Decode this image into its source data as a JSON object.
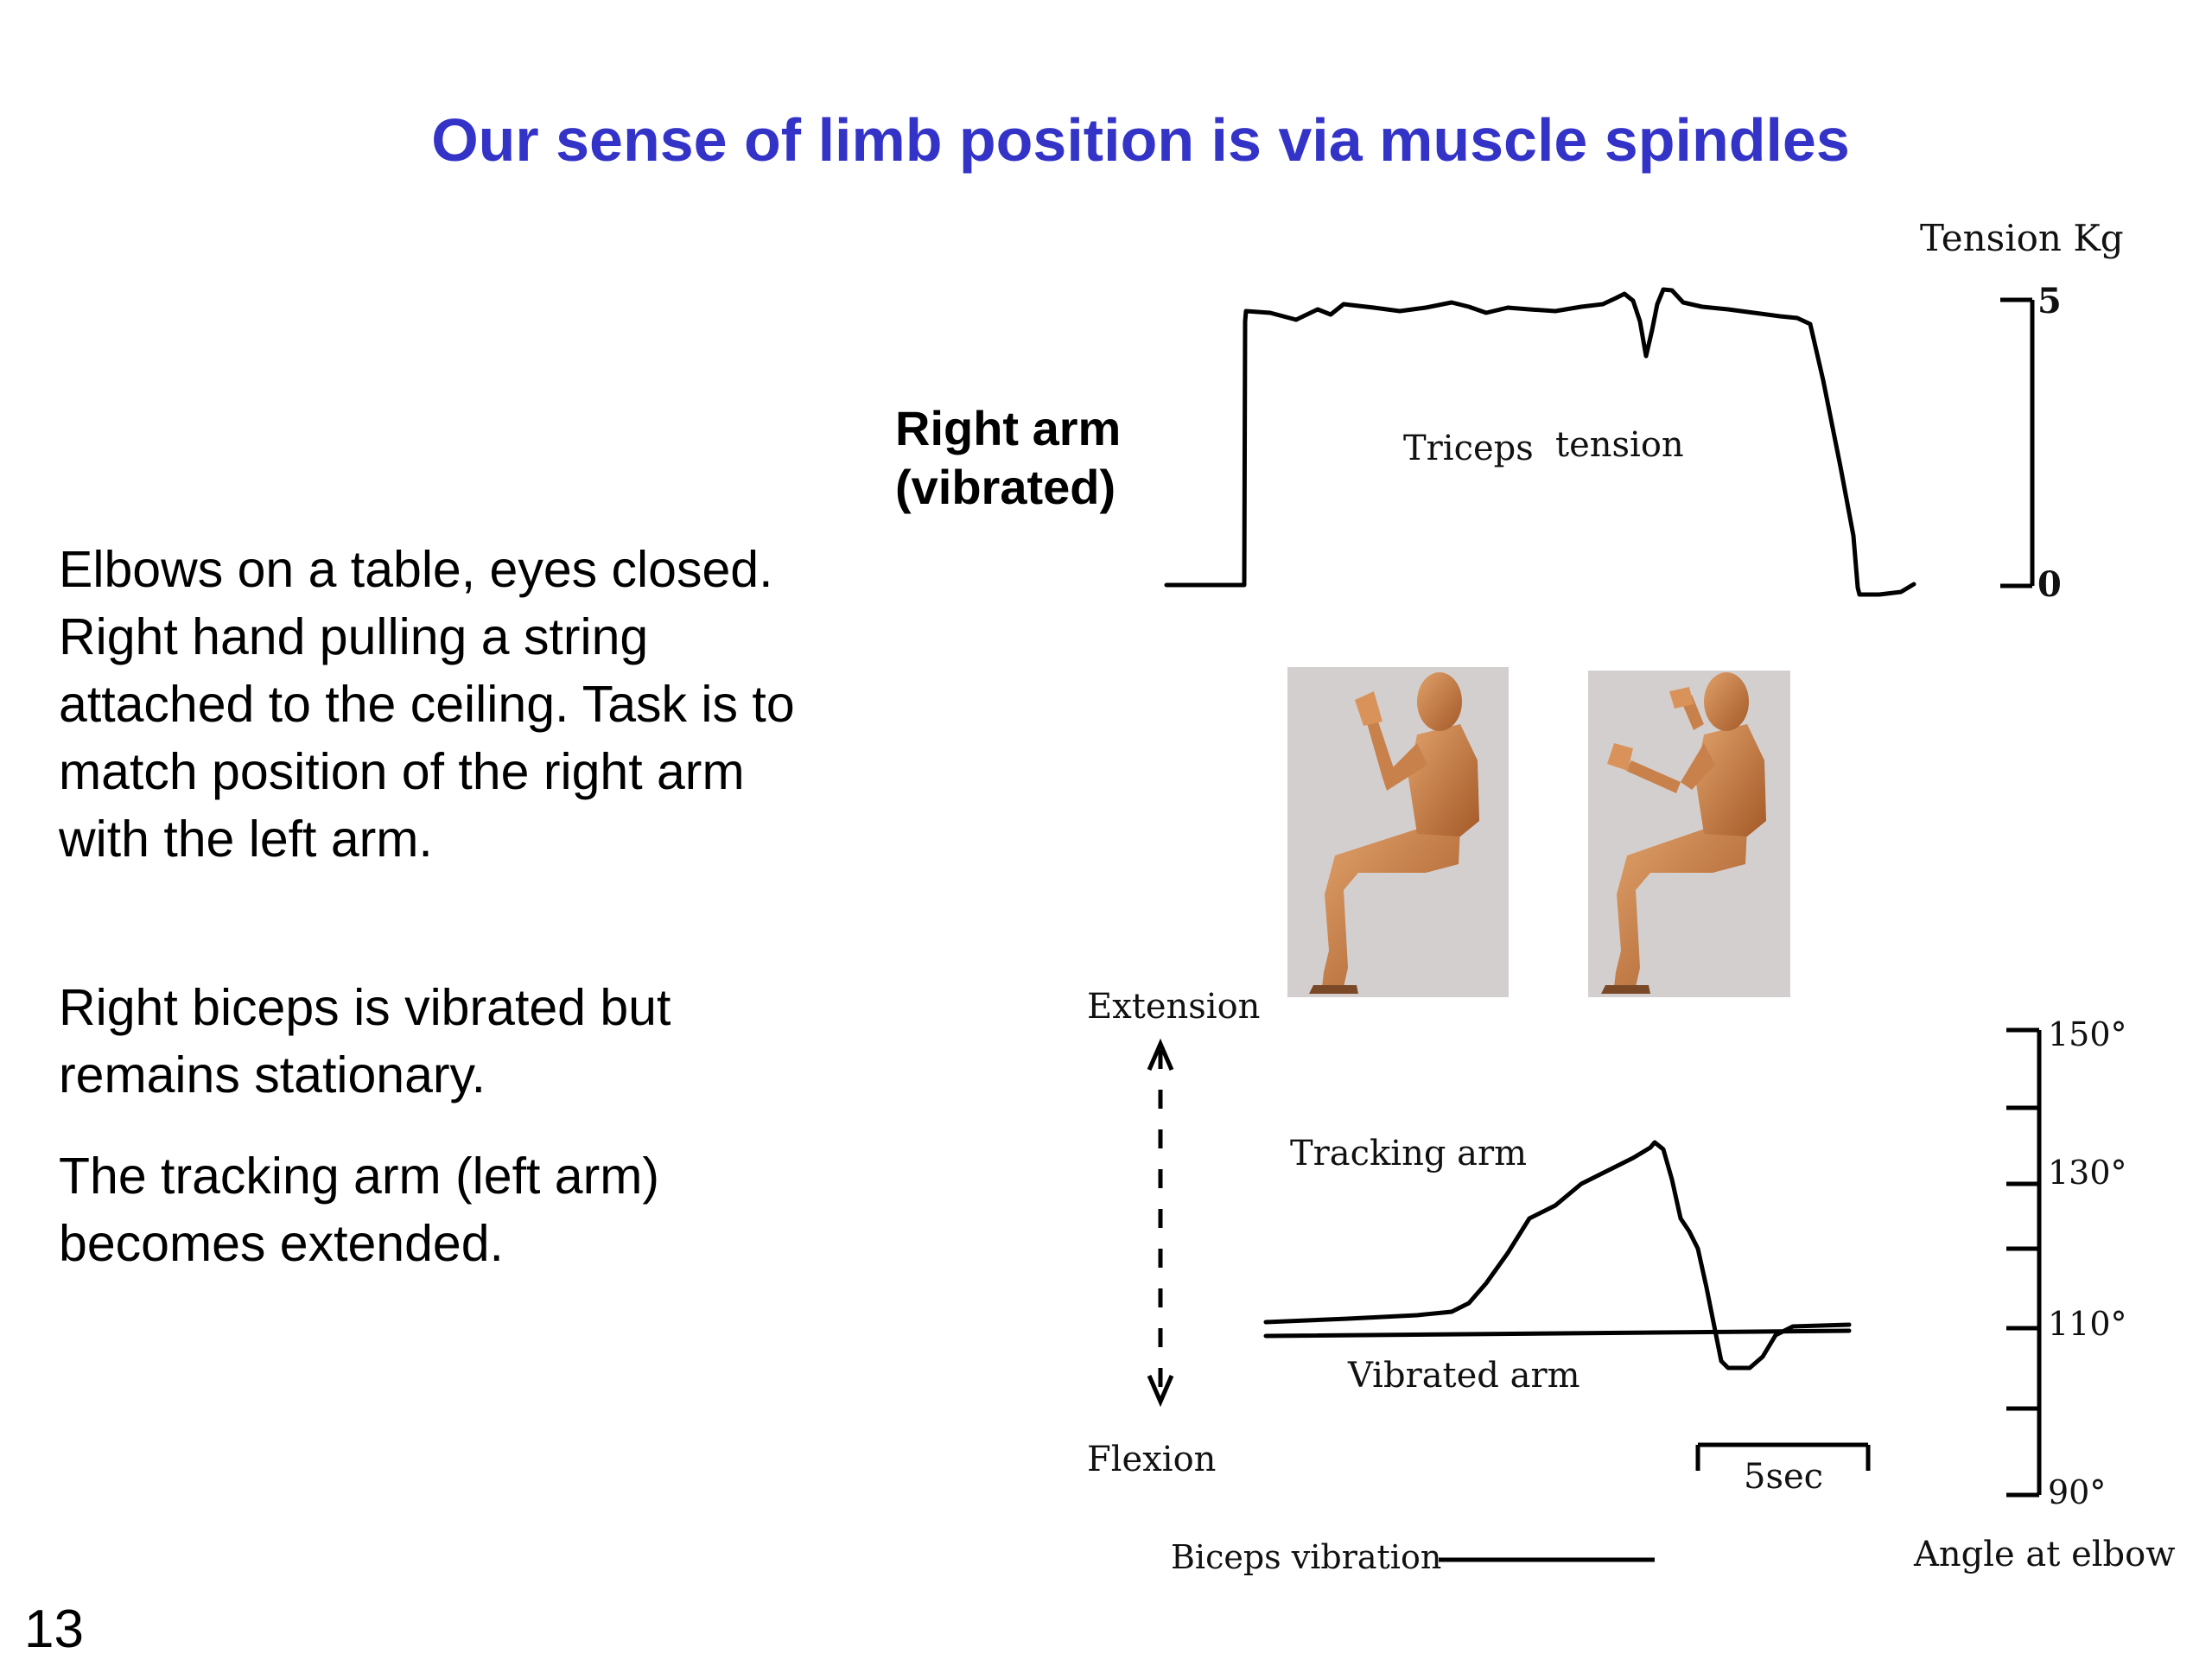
{
  "slide": {
    "title": "Our sense of limb position is via muscle spindles",
    "paragraphs": [
      "Elbows on a table, eyes closed.  Right hand pulling a string attached to the ceiling. Task is to match position of the right arm with the left arm.",
      "Right biceps is vibrated but remains stationary.",
      "The tracking arm (left arm) becomes extended."
    ],
    "page_number": "13"
  },
  "figure": {
    "arm_label_line1": "Right arm",
    "arm_label_line2": "(vibrated)",
    "tension_axis_label": "Tension Kg",
    "tension_max": "5",
    "tension_min": "0",
    "triceps_label": "Triceps",
    "tension_label": "tension",
    "extension_label": "Extension",
    "flexion_label": "Flexion",
    "tracking_arm_label": "Tracking arm",
    "vibrated_arm_label": "Vibrated arm",
    "time_scale_label": "5sec",
    "biceps_vibration_label": "Biceps vibration",
    "angle_axis_label": "Angle at elbow",
    "angle_ticks": [
      "150°",
      "130°",
      "110°",
      "90°"
    ],
    "figure_images": [
      "seated-figure-arms-raised",
      "seated-figure-tracking-arm-extended"
    ]
  }
}
